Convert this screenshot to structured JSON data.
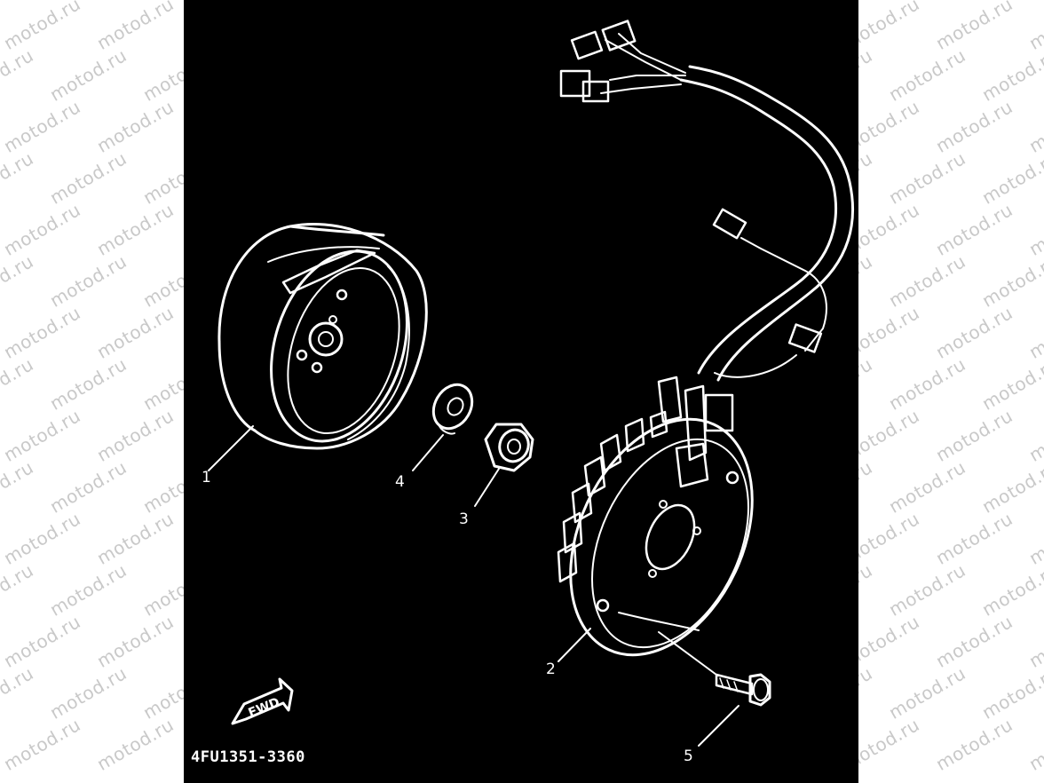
{
  "watermark": {
    "text": "motod.ru"
  },
  "diagram": {
    "drawing_code": "4FU1351-3360",
    "direction_label": "FWD",
    "callouts": [
      {
        "id": "1",
        "label": "1"
      },
      {
        "id": "2",
        "label": "2"
      },
      {
        "id": "3",
        "label": "3"
      },
      {
        "id": "4",
        "label": "4"
      },
      {
        "id": "5",
        "label": "5"
      }
    ],
    "colors": {
      "background": "#000000",
      "line": "#ffffff",
      "page": "#ffffff",
      "watermark": "#c9c9c9"
    }
  }
}
